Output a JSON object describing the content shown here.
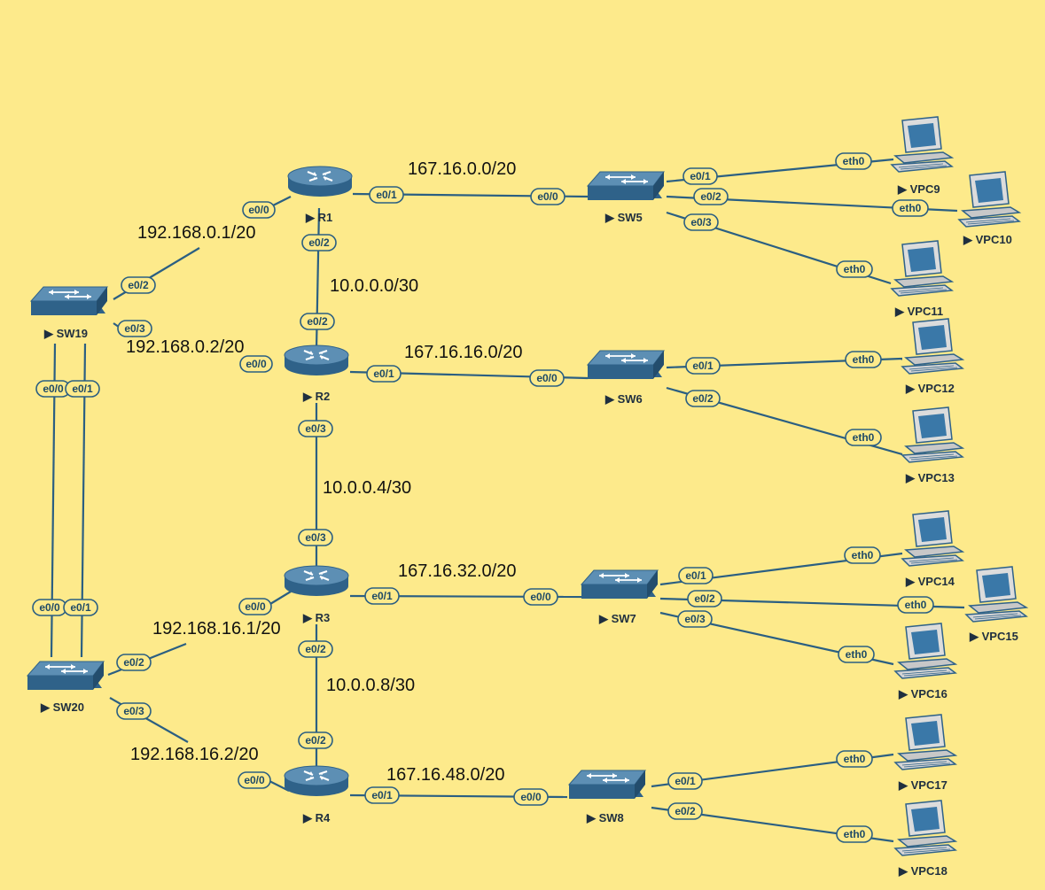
{
  "colors": {
    "background": "#fdea8b",
    "link": "#2b5f82",
    "device_top": "#5d8fb4",
    "device_side": "#2f6289",
    "pc_screen": "#3a78a8",
    "pc_body": "#dcdcdc"
  },
  "devices": {
    "R1": {
      "label": "R1",
      "icon": "router-icon"
    },
    "R2": {
      "label": "R2",
      "icon": "router-icon"
    },
    "R3": {
      "label": "R3",
      "icon": "router-icon"
    },
    "R4": {
      "label": "R4",
      "icon": "router-icon"
    },
    "SW5": {
      "label": "SW5",
      "icon": "switch-icon"
    },
    "SW6": {
      "label": "SW6",
      "icon": "switch-icon"
    },
    "SW7": {
      "label": "SW7",
      "icon": "switch-icon"
    },
    "SW8": {
      "label": "SW8",
      "icon": "switch-icon"
    },
    "SW19": {
      "label": "SW19",
      "icon": "switch-icon"
    },
    "SW20": {
      "label": "SW20",
      "icon": "switch-icon"
    },
    "VPC9": {
      "label": "VPC9",
      "icon": "pc-icon"
    },
    "VPC10": {
      "label": "VPC10",
      "icon": "pc-icon"
    },
    "VPC11": {
      "label": "VPC11",
      "icon": "pc-icon"
    },
    "VPC12": {
      "label": "VPC12",
      "icon": "pc-icon"
    },
    "VPC13": {
      "label": "VPC13",
      "icon": "pc-icon"
    },
    "VPC14": {
      "label": "VPC14",
      "icon": "pc-icon"
    },
    "VPC15": {
      "label": "VPC15",
      "icon": "pc-icon"
    },
    "VPC16": {
      "label": "VPC16",
      "icon": "pc-icon"
    },
    "VPC17": {
      "label": "VPC17",
      "icon": "pc-icon"
    },
    "VPC18": {
      "label": "VPC18",
      "icon": "pc-icon"
    }
  },
  "networks": {
    "r1_sw19": "192.168.0.1/20",
    "r2_sw19": "192.168.0.2/20",
    "r3_sw20": "192.168.16.1/20",
    "r4_sw20": "192.168.16.2/20",
    "r1_r2": "10.0.0.0/30",
    "r2_r3": "10.0.0.4/30",
    "r3_r4": "10.0.0.8/30",
    "r1_sw5": "167.16.0.0/20",
    "r2_sw6": "167.16.16.0/20",
    "r3_sw7": "167.16.32.0/20",
    "r4_sw8": "167.16.48.0/20"
  },
  "ports": {
    "r1_e00": "e0/0",
    "r1_e01": "e0/1",
    "r1_e02": "e0/2",
    "r2_e00": "e0/0",
    "r2_e01": "e0/1",
    "r2_e02": "e0/2",
    "r2_e03": "e0/3",
    "r3_e00": "e0/0",
    "r3_e01": "e0/1",
    "r3_e02": "e0/2",
    "r3_e03": "e0/3",
    "r4_e00": "e0/0",
    "r4_e01": "e0/1",
    "r4_e02": "e0/2",
    "sw5_e00": "e0/0",
    "sw5_e01": "e0/1",
    "sw5_e02": "e0/2",
    "sw5_e03": "e0/3",
    "sw6_e00": "e0/0",
    "sw6_e01": "e0/1",
    "sw6_e02": "e0/2",
    "sw7_e00": "e0/0",
    "sw7_e01": "e0/1",
    "sw7_e02": "e0/2",
    "sw7_e03": "e0/3",
    "sw8_e00": "e0/0",
    "sw8_e01": "e0/1",
    "sw8_e02": "e0/2",
    "sw19_e00": "e0/0",
    "sw19_e01": "e0/1",
    "sw19_e02": "e0/2",
    "sw19_e03": "e0/3",
    "sw20_e00": "e0/0",
    "sw20_e01": "e0/1",
    "sw20_e02": "e0/2",
    "sw20_e03": "e0/3",
    "vpc9_eth0": "eth0",
    "vpc10_eth0": "eth0",
    "vpc11_eth0": "eth0",
    "vpc12_eth0": "eth0",
    "vpc13_eth0": "eth0",
    "vpc14_eth0": "eth0",
    "vpc15_eth0": "eth0",
    "vpc16_eth0": "eth0",
    "vpc17_eth0": "eth0",
    "vpc18_eth0": "eth0"
  }
}
